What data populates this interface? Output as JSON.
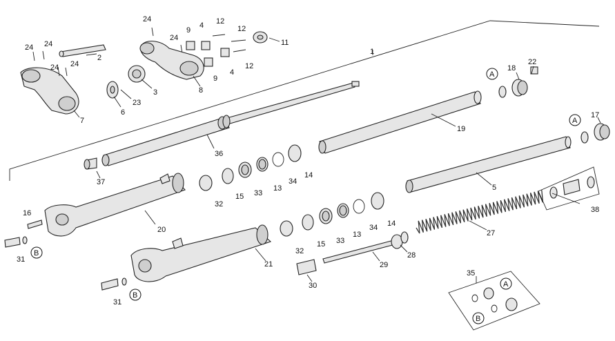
{
  "diagram": {
    "callouts": {
      "n1": "1",
      "n2": "2",
      "n3": "3",
      "n4a": "4",
      "n4b": "4",
      "n5": "5",
      "n6": "6",
      "n7": "7",
      "n8": "8",
      "n9a": "9",
      "n9b": "9",
      "n11": "11",
      "n12a": "12",
      "n12b": "12",
      "n12c": "12",
      "n13a": "13",
      "n13b": "13",
      "n14a": "14",
      "n14b": "14",
      "n15a": "15",
      "n15b": "15",
      "n16": "16",
      "n17": "17",
      "n18": "18",
      "n19": "19",
      "n20": "20",
      "n21": "21",
      "n22": "22",
      "n23": "23",
      "n24a": "24",
      "n24b": "24",
      "n24c": "24",
      "n24d": "24",
      "n24e": "24",
      "n24f": "24",
      "n27": "27",
      "n28": "28",
      "n29": "29",
      "n30": "30",
      "n31a": "31",
      "n31b": "31",
      "n32a": "32",
      "n32b": "32",
      "n33a": "33",
      "n33b": "33",
      "n34a": "34",
      "n34b": "34",
      "n35": "35",
      "n36": "36",
      "n37": "37",
      "n38": "38"
    },
    "reference_marks": {
      "a1": "A",
      "a2": "A",
      "a3": "A",
      "b1": "B",
      "b2": "B",
      "b3": "B"
    }
  }
}
